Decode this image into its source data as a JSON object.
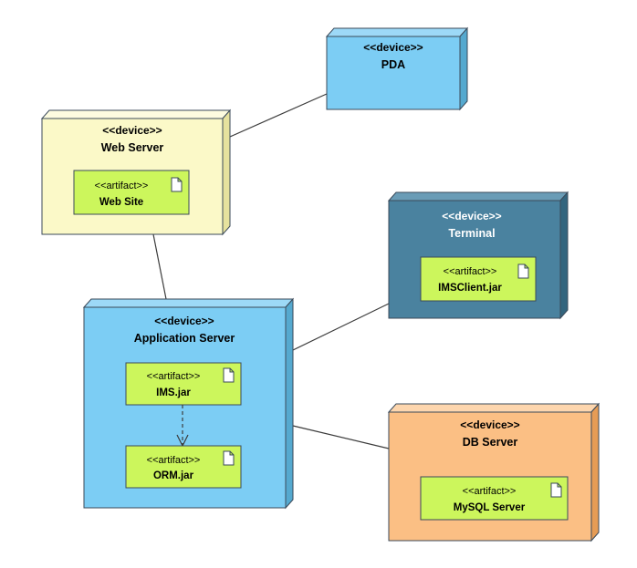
{
  "colors": {
    "pda": "#7ccdf4",
    "web_server": "#fbf9c8",
    "terminal": "#4a829f",
    "application_server": "#7ccdf4",
    "db_server": "#fbbf84",
    "artifact": "#ccf65c",
    "border": "#3b4a5a",
    "line": "#3c3c3c"
  },
  "nodes": {
    "pda": {
      "stereotype": "<<device>>",
      "name": "PDA"
    },
    "web_server": {
      "stereotype": "<<device>>",
      "name": "Web Server",
      "artifact": {
        "stereotype": "<<artifact>>",
        "name": "Web Site"
      }
    },
    "terminal": {
      "stereotype": "<<device>>",
      "name": "Terminal",
      "artifact": {
        "stereotype": "<<artifact>>",
        "name": "IMSClient.jar"
      }
    },
    "application_server": {
      "stereotype": "<<device>>",
      "name": "Application Server",
      "artifacts": [
        {
          "stereotype": "<<artifact>>",
          "name": "IMS.jar"
        },
        {
          "stereotype": "<<artifact>>",
          "name": "ORM.jar"
        }
      ]
    },
    "db_server": {
      "stereotype": "<<device>>",
      "name": "DB Server",
      "artifact": {
        "stereotype": "<<artifact>>",
        "name": "MySQL Server"
      }
    }
  },
  "connections": [
    {
      "from": "Web Server",
      "to": "PDA"
    },
    {
      "from": "Web Server",
      "to": "Application Server"
    },
    {
      "from": "Application Server",
      "to": "Terminal"
    },
    {
      "from": "Application Server",
      "to": "DB Server"
    }
  ],
  "dependencies": [
    {
      "from": "IMS.jar",
      "to": "ORM.jar"
    }
  ]
}
